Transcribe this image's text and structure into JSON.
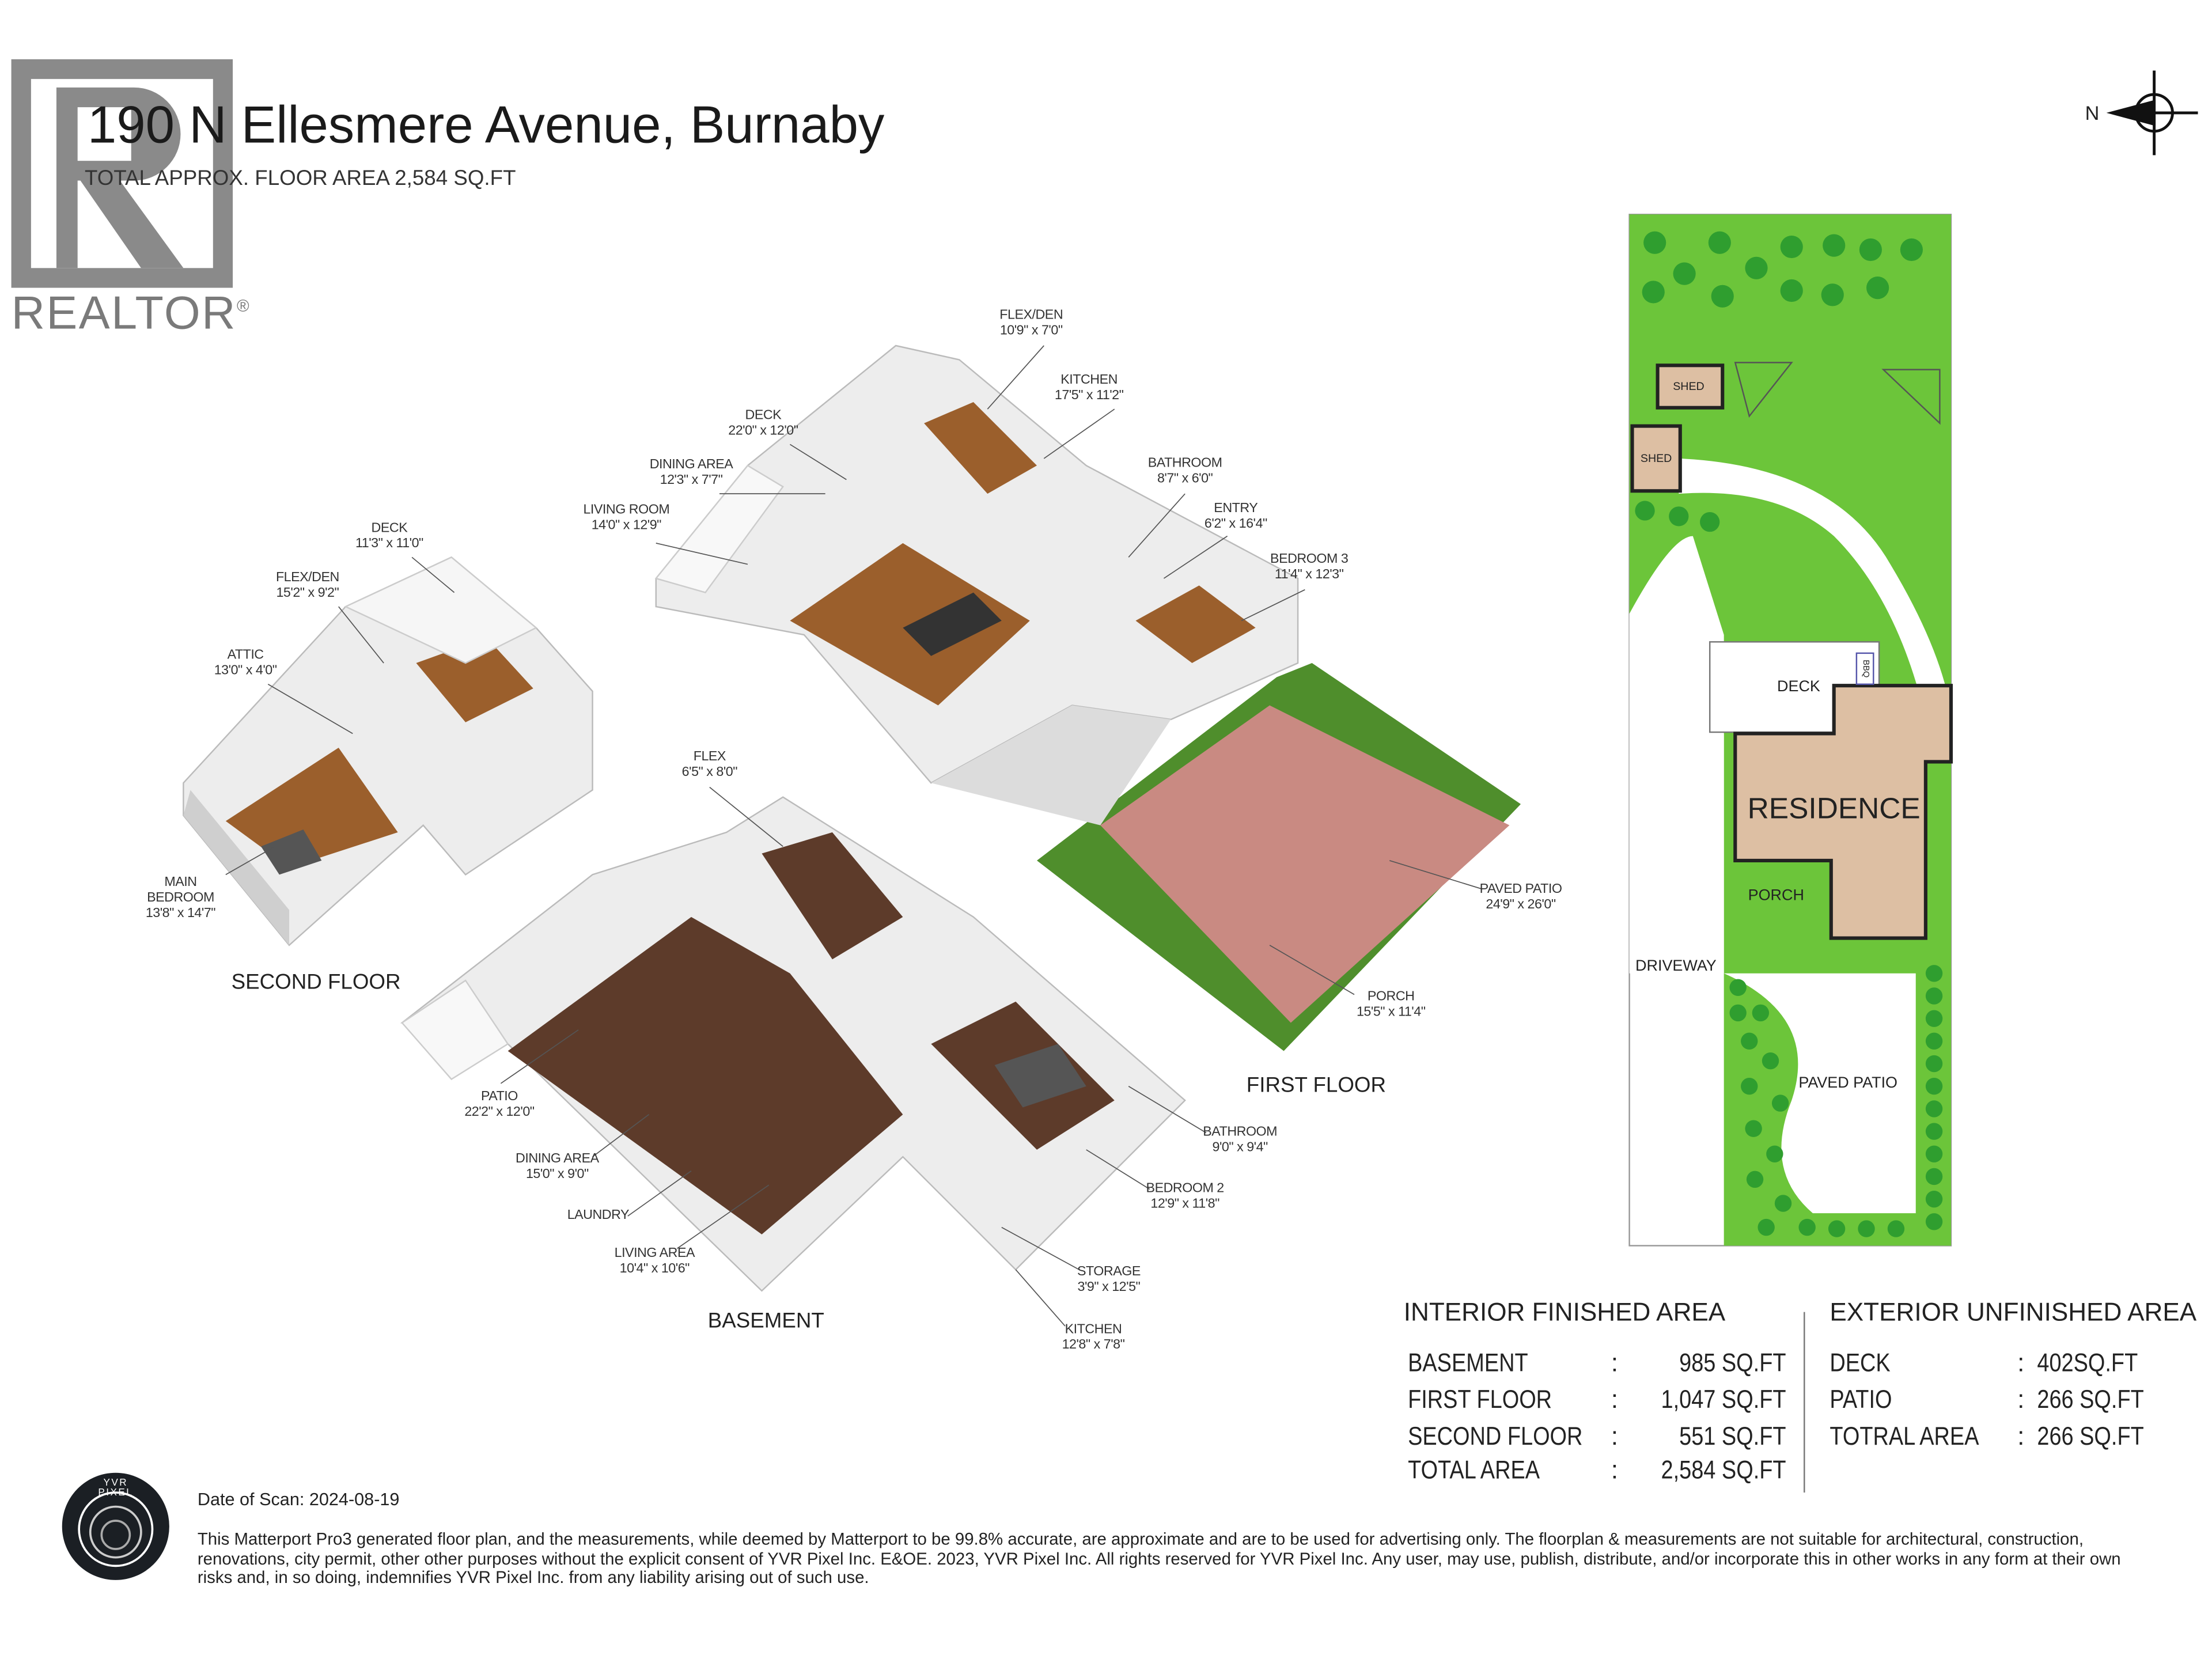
{
  "header": {
    "title": "190 N Ellesmere Avenue, Burnaby",
    "subtitle": "TOTAL APPROX. FLOOR AREA 2,584 SQ.FT"
  },
  "realtor_logo": {
    "text": "REALTOR",
    "mark": "®"
  },
  "compass": {
    "label": "N",
    "icon": "compass-icon"
  },
  "floors": {
    "second": {
      "title": "SECOND FLOOR",
      "rooms": [
        {
          "name": "DECK",
          "size": "11'3\" x 11'0\""
        },
        {
          "name": "FLEX/DEN",
          "size": "15'2\" x 9'2\""
        },
        {
          "name": "ATTIC",
          "size": "13'0\" x 4'0\""
        },
        {
          "name": "MAIN BEDROOM",
          "size": "13'8\" x 14'7\""
        }
      ]
    },
    "first": {
      "title": "FIRST FLOOR",
      "rooms": [
        {
          "name": "FLEX/DEN",
          "size": "10'9\" x 7'0\""
        },
        {
          "name": "KITCHEN",
          "size": "17'5\" x 11'2\""
        },
        {
          "name": "DECK",
          "size": "22'0\" x 12'0\""
        },
        {
          "name": "DINING AREA",
          "size": "12'3\" x 7'7\""
        },
        {
          "name": "LIVING ROOM",
          "size": "14'0\" x 12'9\""
        },
        {
          "name": "BATHROOM",
          "size": "8'7\" x 6'0\""
        },
        {
          "name": "ENTRY",
          "size": "6'2\" x 16'4\""
        },
        {
          "name": "BEDROOM 3",
          "size": "11'4\" x 12'3\""
        },
        {
          "name": "PAVED PATIO",
          "size": "24'9\" x 26'0\""
        },
        {
          "name": "PORCH",
          "size": "15'5\" x 11'4\""
        }
      ]
    },
    "basement": {
      "title": "BASEMENT",
      "rooms": [
        {
          "name": "FLEX",
          "size": "6'5\" x 8'0\""
        },
        {
          "name": "PATIO",
          "size": "22'2\" x 12'0\""
        },
        {
          "name": "DINING AREA",
          "size": "15'0\" x 9'0\""
        },
        {
          "name": "LAUNDRY",
          "size": ""
        },
        {
          "name": "LIVING AREA",
          "size": "10'4\" x 10'6\""
        },
        {
          "name": "BATHROOM",
          "size": "9'0\" x 9'4\""
        },
        {
          "name": "BEDROOM 2",
          "size": "12'9\" x 11'8\""
        },
        {
          "name": "STORAGE",
          "size": "3'9\" x 12'5\""
        },
        {
          "name": "KITCHEN",
          "size": "12'8\" x 7'8\""
        }
      ]
    }
  },
  "site_plan": {
    "labels": {
      "shed_1": "SHED",
      "shed_2": "SHED",
      "deck": "DECK",
      "bbq": "BBQ",
      "residence": "RESIDENCE",
      "porch": "PORCH",
      "driveway": "DRIVEWAY",
      "paved_patio": "PAVED PATIO"
    },
    "colors": {
      "lawn": "#6cc53a",
      "residence": "#ddbfa3",
      "tree": "#2f9e2f"
    }
  },
  "areas": {
    "interior": {
      "title": "INTERIOR FINISHED AREA",
      "rows": [
        {
          "label": "BASEMENT",
          "value": "985 SQ.FT"
        },
        {
          "label": "FIRST FLOOR",
          "value": "1,047 SQ.FT"
        },
        {
          "label": "SECOND FLOOR",
          "value": "551 SQ.FT"
        },
        {
          "label": "TOTAL AREA",
          "value": "2,584 SQ.FT"
        }
      ]
    },
    "exterior": {
      "title": "EXTERIOR UNFINISHED AREA",
      "rows": [
        {
          "label": "DECK",
          "value": "402SQ.FT"
        },
        {
          "label": "PATIO",
          "value": "266 SQ.FT"
        },
        {
          "label": "TOTRAL AREA",
          "value": "266 SQ.FT"
        }
      ]
    },
    "separator": ":"
  },
  "footer": {
    "logo_text": "YVR PIXEL",
    "date_of_scan": "Date of Scan: 2024-08-19",
    "disclaimer": "This Matterport Pro3 generated floor plan, and the measurements, while deemed by Matterport to be 99.8% accurate, are approximate and are to be used for advertising only. The floorplan & measurements are not suitable for architectural, construction, renovations, city permit, other other purposes without the explicit consent of YVR Pixel Inc. E&OE. 2023, YVR Pixel Inc. All rights reserved for YVR Pixel Inc. Any user, may use, publish, distribute, and/or incorporate this in other works in any form at their own risks and, in so doing, indemnifies YVR Pixel Inc. from any liability arising out of such use."
  }
}
